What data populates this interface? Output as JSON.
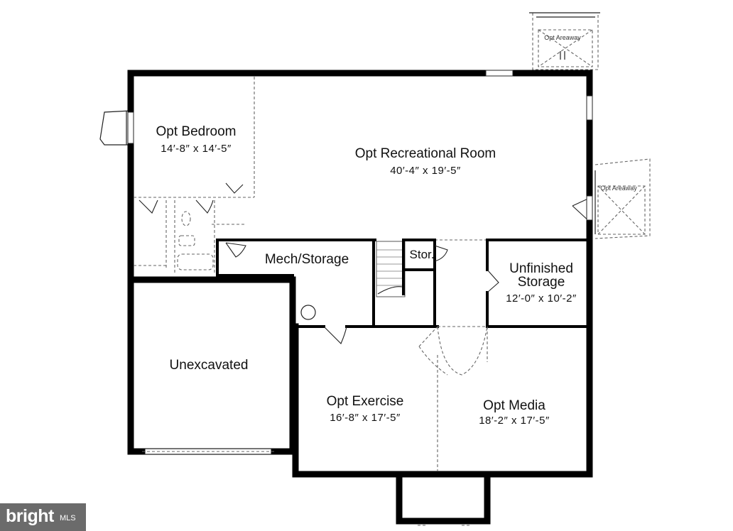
{
  "rooms": {
    "opt_bedroom": {
      "name": "Opt Bedroom",
      "dims": "14′-8″ x 14′-5″"
    },
    "opt_rec_room": {
      "name": "Opt Recreational Room",
      "dims": "40′-4″ x 19′-5″"
    },
    "mech_storage": {
      "name": "Mech/Storage"
    },
    "stor": {
      "name": "Stor."
    },
    "unfinished_storage": {
      "name_line1": "Unfinished",
      "name_line2": "Storage",
      "dims": "12′-0″ x 10′-2″"
    },
    "unexcavated": {
      "name": "Unexcavated"
    },
    "opt_exercise": {
      "name": "Opt Exercise",
      "dims": "16′-8″ x 17′-5″"
    },
    "opt_media": {
      "name": "Opt Media",
      "dims": "18′-2″ x 17′-5″"
    }
  },
  "areaways": {
    "top": "Opt Areaway",
    "right": "Opt Areaway"
  },
  "watermark": {
    "brand": "bright",
    "sub": "MLS"
  }
}
